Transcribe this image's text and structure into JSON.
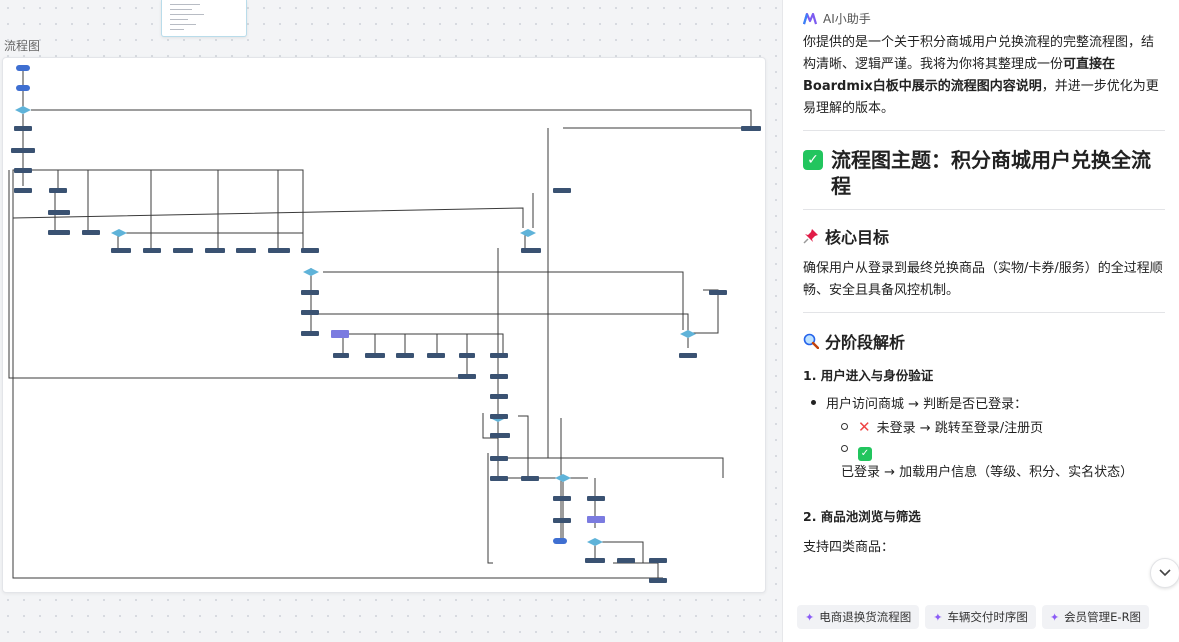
{
  "canvas": {
    "frame_title": "流程图"
  },
  "assistant": {
    "name": "AI小助手",
    "intro_part1": "你提供的是一个关于积分商城用户兑换流程的完整流程图，结构清晰、逻辑严谨。我将为你将其整理成一份",
    "intro_bold": "可直接在Boardmix白板中展示的流程图内容说明",
    "intro_part2": "，并进一步优化为更易理解的版本。",
    "theme_title": "流程图主题：积分商城用户兑换全流程",
    "goal_heading": "核心目标",
    "goal_text": "确保用户从登录到最终兑换商品（实物/卡券/服务）的全过程顺畅、安全且具备风控机制。",
    "stage_heading": "分阶段解析",
    "stage1_title": "1. 用户进入与身份验证",
    "stage1_item": "用户访问商城 → 判断是否已登录：",
    "stage1_sub1": "未登录 → 跳转至登录/注册页",
    "stage1_sub2": "已登录 → 加载用户信息（等级、积分、实名状态）",
    "stage2_title": "2. 商品池浏览与筛选",
    "stage2_text": "支持四类商品："
  },
  "suggestions": [
    {
      "label": "电商退换货流程图"
    },
    {
      "label": "车辆交付时序图"
    },
    {
      "label": "会员管理E-R图"
    }
  ],
  "icons": {
    "logo": "boardmix-logo-icon",
    "scroll": "chevron-down-icon"
  },
  "colors": {
    "node": "#3a5272",
    "decision": "#5fb3d9",
    "highlight": "#7b7be0",
    "terminal": "#3f6fd1",
    "check": "#22c55e"
  }
}
